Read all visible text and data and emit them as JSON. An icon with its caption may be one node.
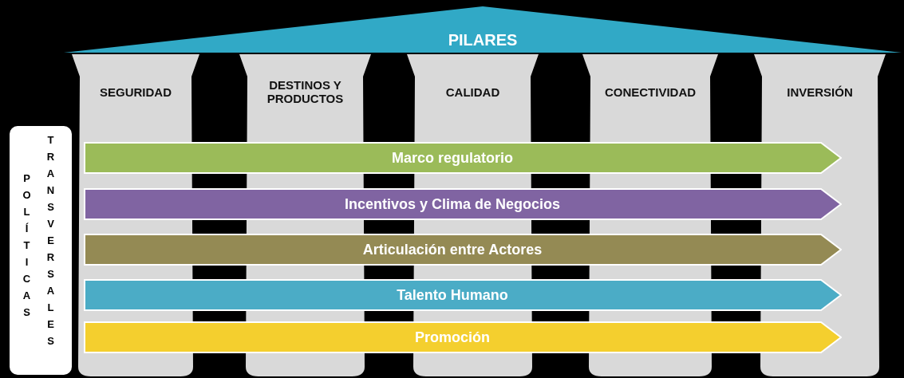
{
  "diagram": {
    "nodes": [
      {
        "text": [
          "PILARES"
        ]
      },
      {
        "text": [
          "SEGURIDAD"
        ]
      },
      {
        "text": [
          "DESTINOS Y PRODUCTOS"
        ]
      },
      {
        "text": [
          "CALIDAD"
        ]
      },
      {
        "text": [
          "CONECTIVIDAD"
        ]
      },
      {
        "text": [
          "INVERSIÓN"
        ]
      },
      {
        "text": [
          "POLÍTICAS",
          "TRANSVERSALES"
        ]
      },
      {
        "text": [
          "Marco regulatorio"
        ]
      },
      {
        "text": [
          "Incentivos y Clima de Negocios"
        ]
      },
      {
        "text": [
          "Articulación entre Actores"
        ]
      },
      {
        "text": [
          "Talento Humano"
        ]
      },
      {
        "text": [
          "Promoción"
        ]
      }
    ]
  }
}
